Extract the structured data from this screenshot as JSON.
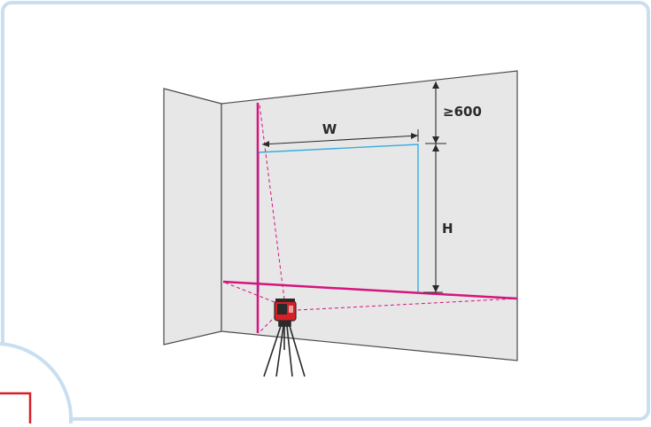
{
  "labels": {
    "width": "W",
    "height": "H",
    "top_gap": "≥600"
  },
  "colors": {
    "frame": "#c9def0",
    "wall": "#e7e7e7",
    "wall_edge": "#4a4a4a",
    "laser": "#d6147f",
    "outline": "#39aee0",
    "dimension": "#2a2a2a",
    "device": "#d61f26"
  }
}
